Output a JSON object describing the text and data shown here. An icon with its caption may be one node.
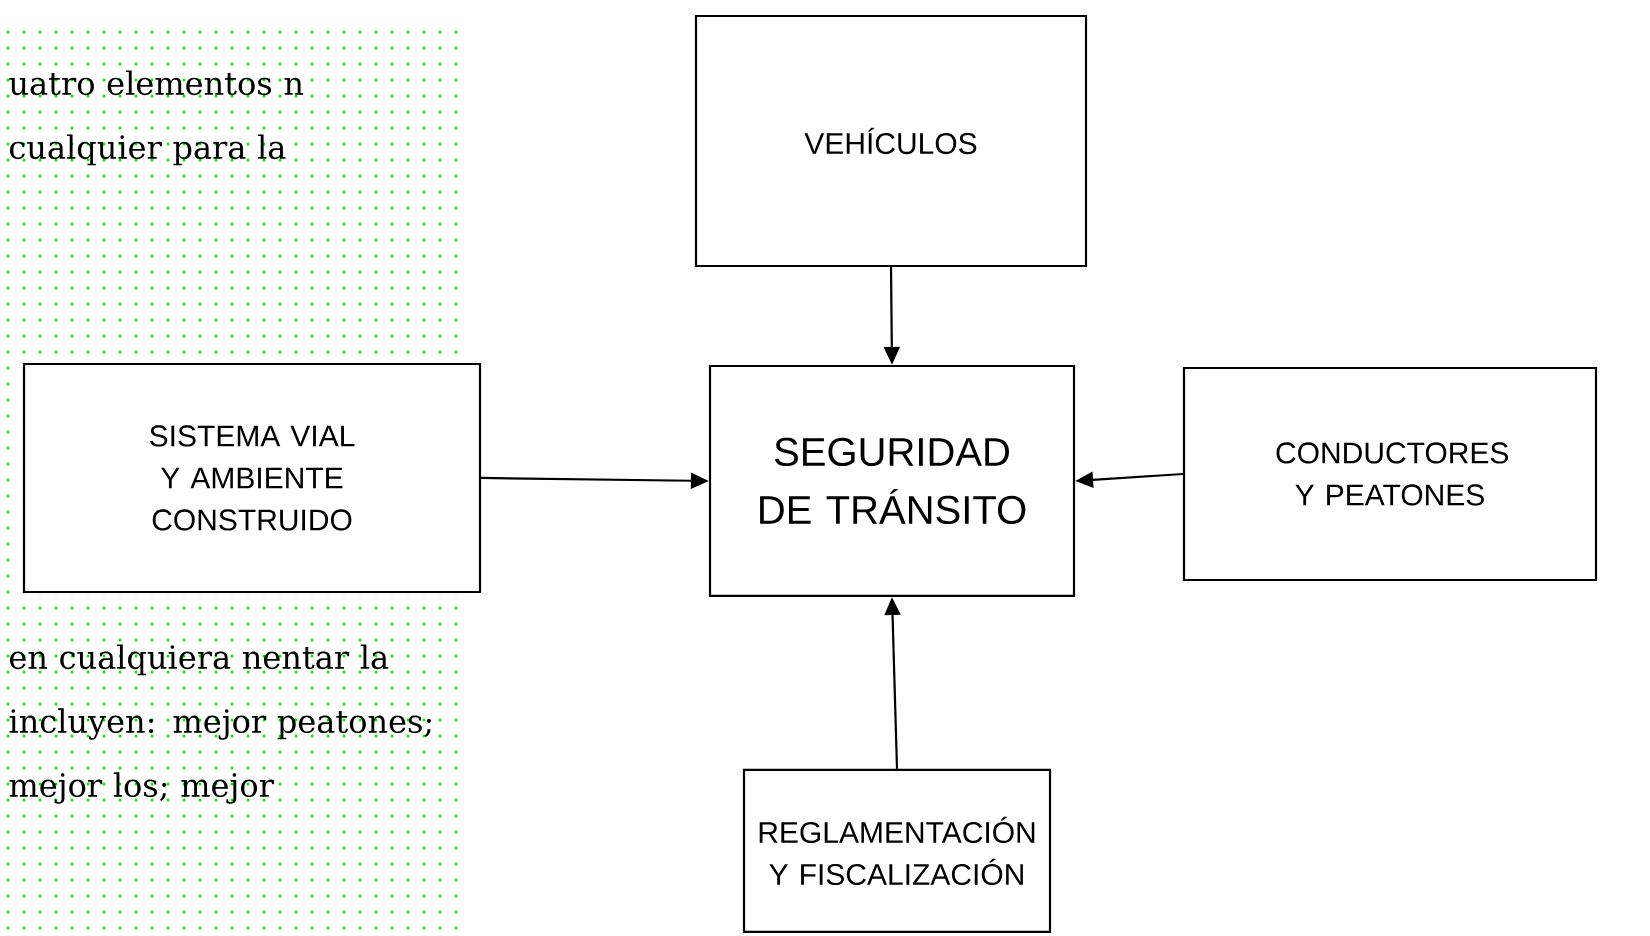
{
  "diagram": {
    "nodes": [
      {
        "text": [
          "VEHÍCULOS"
        ]
      },
      {
        "text": [
          "SISTEMA VIAL Y AMBIENTE CONSTRUIDO"
        ]
      },
      {
        "text": [
          "SEGURIDAD DE TRÁNSITO"
        ]
      },
      {
        "text": [
          "CONDUCTORES Y PEATONES"
        ]
      },
      {
        "text": [
          "REGLAMENTACIÓN Y FISCALIZACIÓN"
        ]
      }
    ],
    "edges": [
      {
        "from": 0,
        "to": 2,
        "arrow": "to"
      },
      {
        "from": 1,
        "to": 2,
        "arrow": "to"
      },
      {
        "from": 3,
        "to": 2,
        "arrow": "to"
      },
      {
        "from": 4,
        "to": 2,
        "arrow": "to"
      }
    ],
    "labels": [
      "uatro elementos n cualquier para la",
      "en cualquiera nentar la incluyen: mejor peatones; mejor los; mejor"
    ]
  }
}
